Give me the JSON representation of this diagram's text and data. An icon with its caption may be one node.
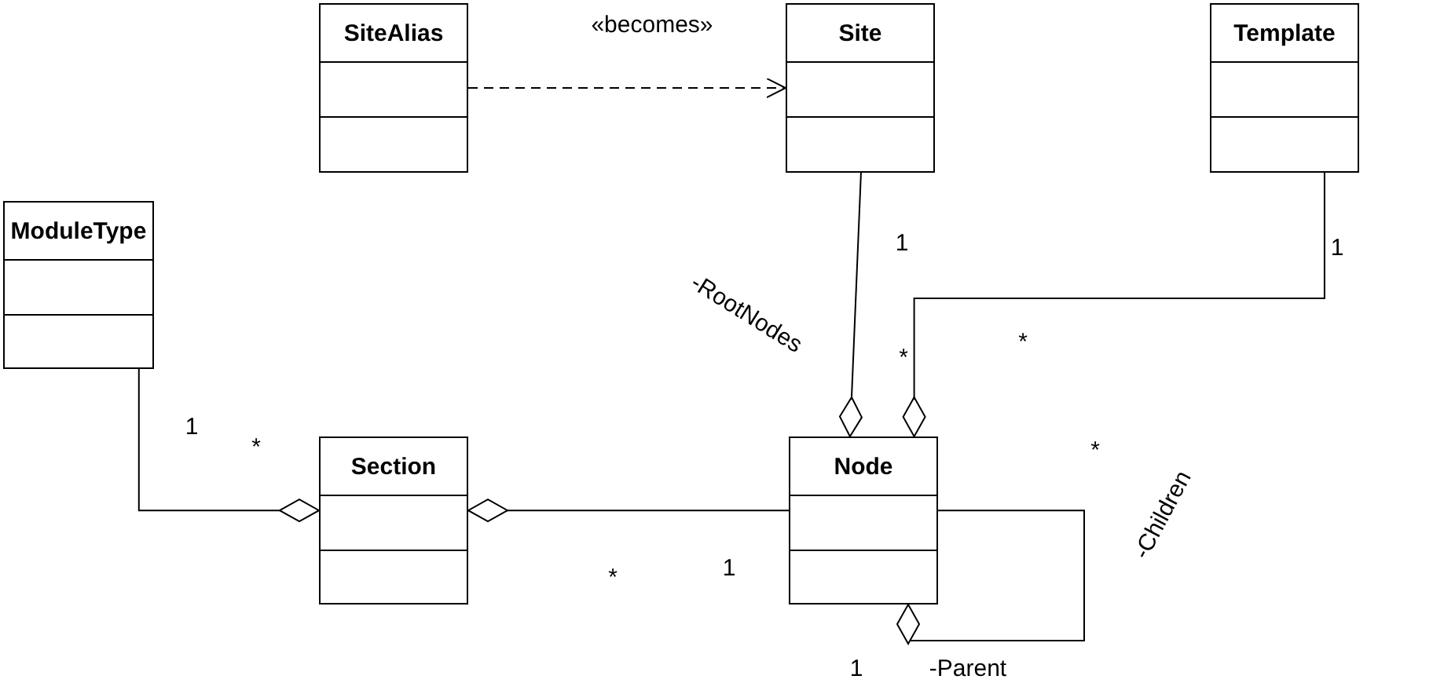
{
  "diagram": {
    "nodes": [
      {
        "text": [
          "SiteAlias"
        ]
      },
      {
        "text": [
          "Site"
        ]
      },
      {
        "text": [
          "Template"
        ]
      },
      {
        "text": [
          "ModuleType"
        ]
      },
      {
        "text": [
          "Section"
        ]
      },
      {
        "text": [
          "Node"
        ]
      }
    ],
    "edges": [
      {
        "from": 0,
        "to": 1,
        "arrow": "to",
        "style": "dashed",
        "label": "«becomes»"
      },
      {
        "from": 1,
        "to": 5,
        "arrow": "other"
      },
      {
        "from": 2,
        "to": 5,
        "arrow": "other"
      },
      {
        "from": 3,
        "to": 4,
        "arrow": "other"
      },
      {
        "from": 5,
        "to": 4,
        "arrow": "other"
      },
      {
        "from": 5,
        "to": 5,
        "arrow": "other"
      }
    ],
    "labels": [
      "1",
      "1",
      "-RootNodes",
      "*",
      "*",
      "1",
      "*",
      "*",
      "-Children",
      "*",
      "1",
      "1",
      "-Parent"
    ]
  }
}
